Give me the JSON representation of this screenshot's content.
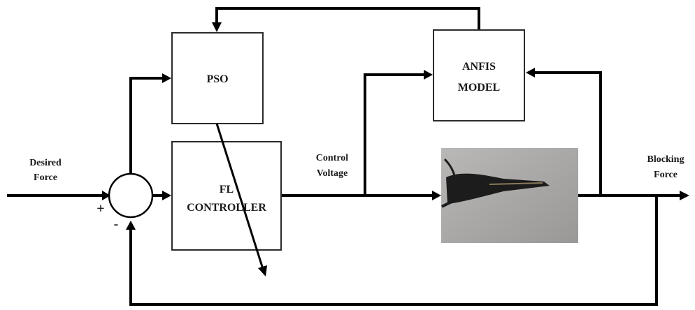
{
  "blocks": {
    "pso": "PSO",
    "anfis": [
      "ANFIS",
      "MODEL"
    ],
    "fl_controller": [
      "FL",
      "CONTROLLER"
    ]
  },
  "signals": {
    "desired_force": [
      "Desired",
      "Force"
    ],
    "control_voltage": [
      "Control",
      "Voltage"
    ],
    "blocking_force": [
      "Blocking",
      "Force"
    ]
  },
  "summing_junction": {
    "plus": "+",
    "minus": "-"
  },
  "plant": {
    "icon": "actuator-photo",
    "background": "#a9a7a6",
    "object_color": "#1c1c1c"
  }
}
